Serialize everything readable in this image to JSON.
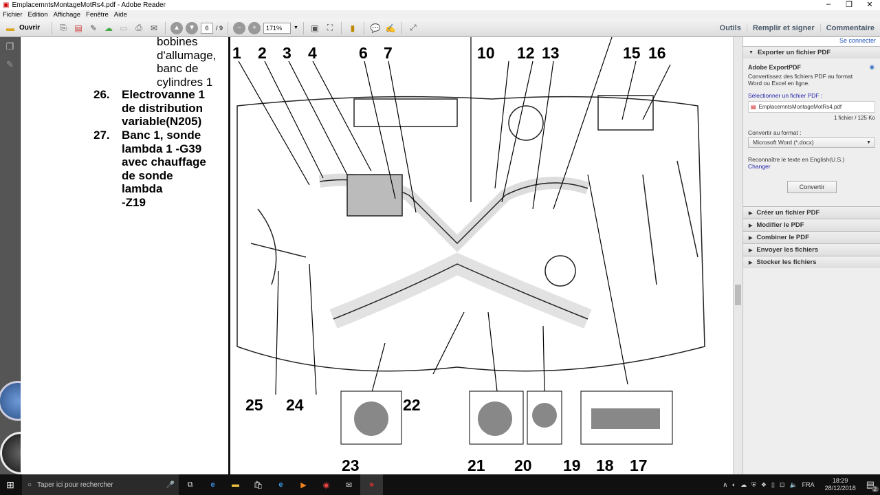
{
  "window": {
    "title": "EmplacemntsMontageMotRs4.pdf - Adobe Reader"
  },
  "menu": [
    "Fichier",
    "Edition",
    "Affichage",
    "Fenêtre",
    "Aide"
  ],
  "toolbar": {
    "open_label": "Ouvrir",
    "page_current": "6",
    "page_total": "/ 9",
    "zoom": "171%",
    "tools": "Outils",
    "fill_sign": "Remplir et signer",
    "comment": "Commentaire"
  },
  "document": {
    "text_lines": [
      {
        "num": "",
        "text": "bobines"
      },
      {
        "num": "",
        "text": "d'allumage,"
      },
      {
        "num": "",
        "text": "banc de"
      },
      {
        "num": "",
        "text": "cylindres 1"
      }
    ],
    "item26": {
      "num": "26.",
      "lines": [
        "Electrovanne 1",
        "de distribution",
        "variable(N205)"
      ]
    },
    "item27": {
      "num": "27.",
      "lines": [
        "Banc 1, sonde",
        "lambda 1 -G39",
        "avec chauffage",
        "de sonde",
        "lambda",
        "-Z19"
      ]
    },
    "diagram_labels_top": [
      "1",
      "2",
      "3",
      "4",
      "6",
      "7",
      "10",
      "12",
      "13",
      "15",
      "16"
    ],
    "diagram_labels_bottom": [
      "25",
      "24",
      "22",
      "23",
      "21",
      "20",
      "19",
      "18",
      "17"
    ]
  },
  "panel": {
    "signin": "Se connecter",
    "export_title": "Exporter un fichier PDF",
    "service": "Adobe ExportPDF",
    "description": "Convertissez des fichiers PDF au format Word ou Excel en ligne.",
    "select_label": "Sélectionner un fichier PDF :",
    "file_name": "EmplacemntsMontageMotRs4.pdf",
    "file_info": "1 fichier / 125 Ko",
    "convert_to_label": "Convertir au format :",
    "format": "Microsoft Word (*.docx)",
    "recognize": "Reconnaître le texte en English(U.S.)",
    "change": "Changer",
    "convert_button": "Convertir",
    "sections": [
      "Créer un fichier PDF",
      "Modifier le PDF",
      "Combiner le PDF",
      "Envoyer les fichiers",
      "Stocker les fichiers"
    ]
  },
  "taskbar": {
    "search_placeholder": "Taper ici pour rechercher",
    "lang": "FRA",
    "time": "18:29",
    "date": "28/12/2018",
    "notif_count": "2"
  }
}
